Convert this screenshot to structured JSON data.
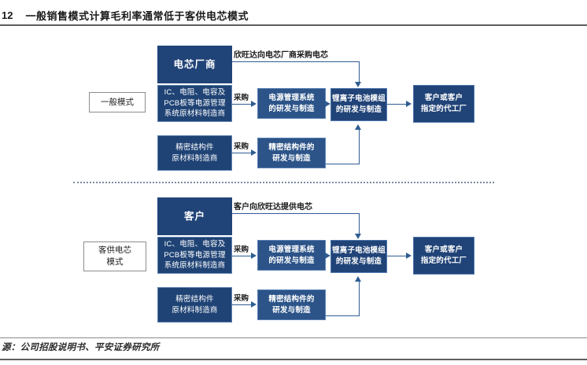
{
  "header": {
    "figure_number": "12",
    "title": "一般销售模式计算毛利率通常低于客供电芯模式"
  },
  "footer": {
    "source": "源：公司招股说明书、平安证券研究所"
  },
  "colors": {
    "box_dark": "#214478",
    "box_mid": "#2c5489",
    "connector": "#2f5d92",
    "rule": "#5e5e5e",
    "divider_dots": "#7b8ba3"
  },
  "diagrams": [
    {
      "id": "general",
      "mode_label": "一般模式",
      "top_edge_label": "欣旺达向电芯厂商采购电芯",
      "cell_supplier": "电芯厂商",
      "material_supplier": "IC、电阻、电容及PCB板等电源管理系统原材料制造商",
      "material_supplier_lines": [
        "IC、电阻、电容及",
        "PCB板等电源管理",
        "系统原材料制造商"
      ],
      "structural_supplier_lines": [
        "精密结构件",
        "原材料制造商"
      ],
      "purchase_label_1": "采购",
      "purchase_label_2": "采购",
      "pmu_lines": [
        "电源管理系统",
        "的研发与制造"
      ],
      "structural_rd_lines": [
        "精密结构件的",
        "研发与制造"
      ],
      "module_lines": [
        "锂离子电池模组",
        "的研发与制造"
      ],
      "customer_lines": [
        "客户或客户",
        "指定的代工厂"
      ]
    },
    {
      "id": "customer-supplied-cell",
      "mode_label_lines": [
        "客供电芯",
        "模式"
      ],
      "top_edge_label": "客户向欣旺达提供电芯",
      "cell_supplier": "客户",
      "material_supplier_lines": [
        "IC、电阻、电容及",
        "PCB板等电源管理",
        "系统原材料制造商"
      ],
      "structural_supplier_lines": [
        "精密结构件",
        "原材料制造商"
      ],
      "purchase_label_1": "采购",
      "purchase_label_2": "采购",
      "pmu_lines": [
        "电源管理系统",
        "的研发与制造"
      ],
      "structural_rd_lines": [
        "精密结构件的",
        "研发与制造"
      ],
      "module_lines": [
        "锂离子电池模组",
        "的研发与制造"
      ],
      "customer_lines": [
        "客户或客户",
        "指定的代工厂"
      ]
    }
  ]
}
